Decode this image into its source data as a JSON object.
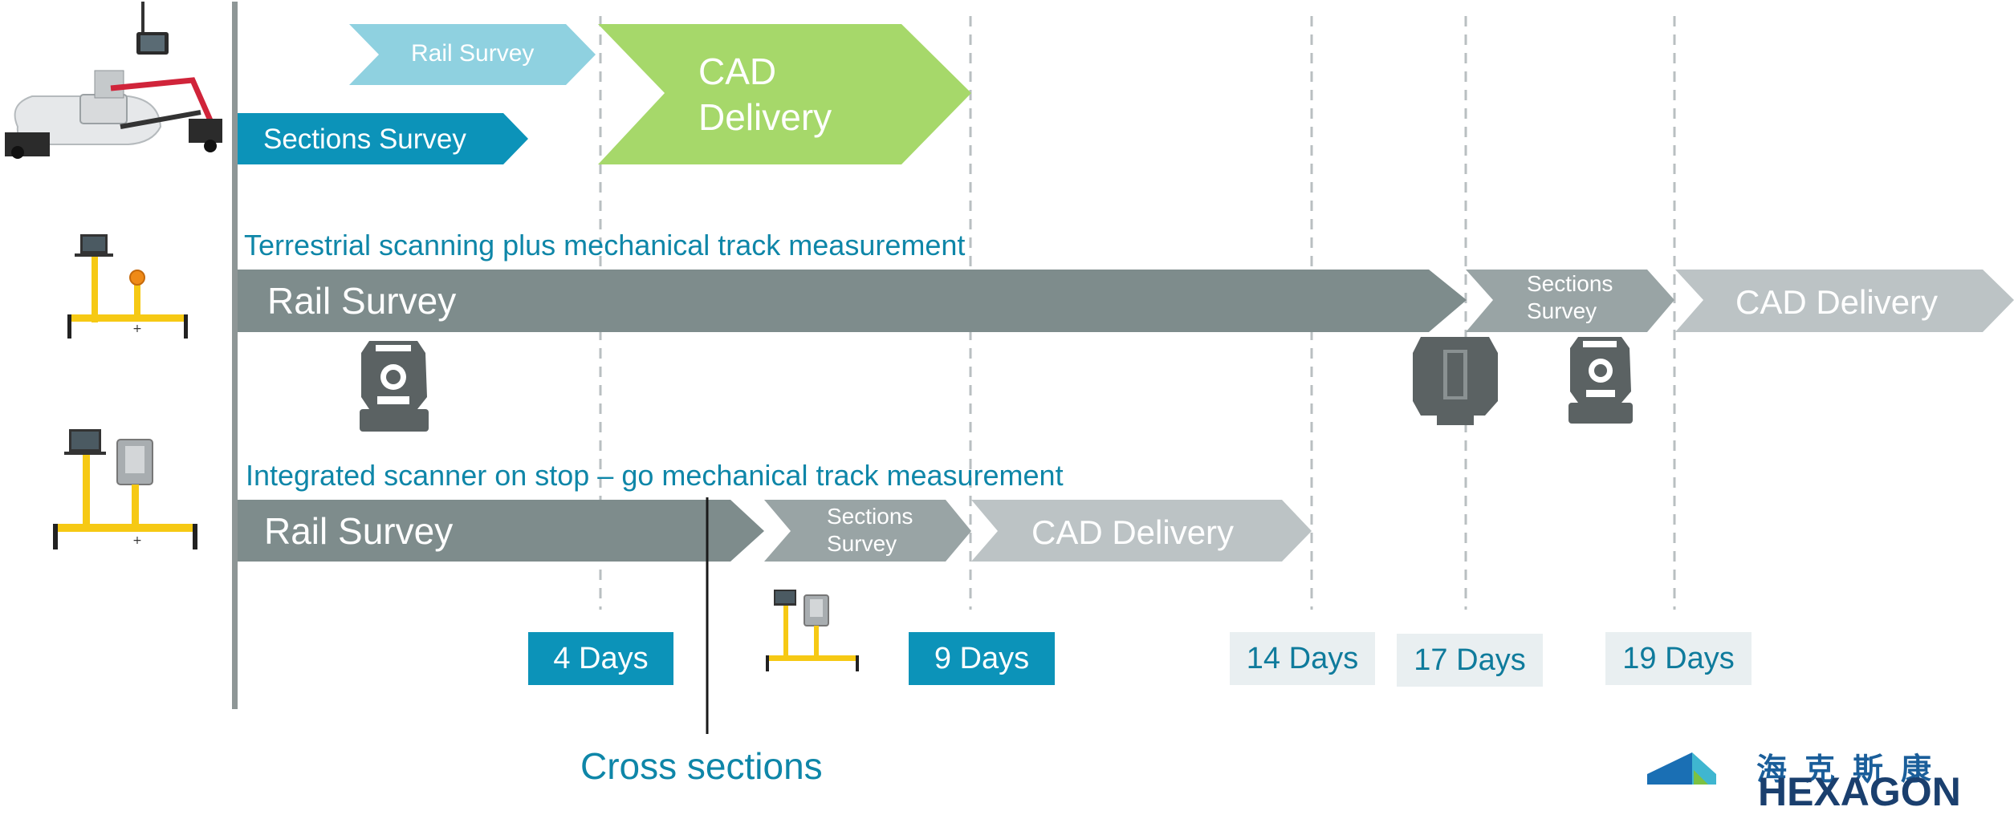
{
  "row1": {
    "rail_survey": "Rail Survey",
    "sections_survey": "Sections Survey",
    "cad_delivery_line1": "CAD",
    "cad_delivery_line2": "Delivery"
  },
  "row2": {
    "title": "Terrestrial scanning plus mechanical track measurement",
    "rail_survey": "Rail Survey",
    "sections_survey_line1": "Sections",
    "sections_survey_line2": "Survey",
    "cad_delivery": "CAD Delivery"
  },
  "row3": {
    "title": "Integrated scanner on stop – go mechanical track measurement",
    "rail_survey": "Rail Survey",
    "sections_survey_line1": "Sections",
    "sections_survey_line2": "Survey",
    "cad_delivery": "CAD Delivery"
  },
  "milestones": [
    "4 Days",
    "9 Days",
    "14 Days",
    "17 Days",
    "19 Days"
  ],
  "cross_sections": "Cross sections",
  "logo": {
    "chinese": "海克斯康",
    "english": "HEXAGON"
  },
  "icons": [
    "rail-trolley-scanner-icon",
    "track-gauge-trolley-icon",
    "total-station-icon",
    "laser-scanner-icon",
    "track-gauge-scanner-icon"
  ],
  "colors": {
    "teal_dark": "#0c93b9",
    "teal_light": "#8fd1e0",
    "green": "#a6d86a",
    "gray_dark": "#7e8c8c",
    "gray_mid": "#99a4a5",
    "gray_light": "#bcc3c5",
    "yellow": "#f6c914",
    "title_blue": "#0e86a8"
  }
}
